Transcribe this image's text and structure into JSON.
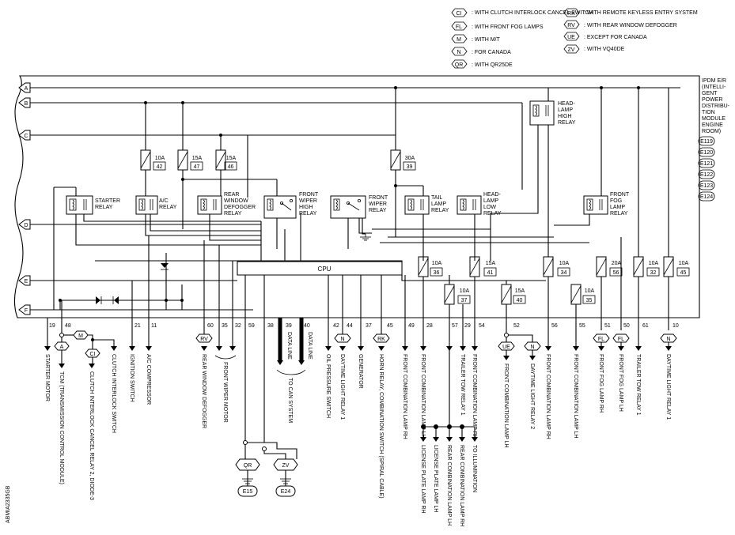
{
  "legend": [
    {
      "code": "CI",
      "text": ": WITH CLUTCH INTERLOCK CANCEL SWITCH"
    },
    {
      "code": "FL",
      "text": ": WITH FRONT FOG LAMPS"
    },
    {
      "code": "M",
      "text": ": WITH M/T"
    },
    {
      "code": "N",
      "text": ": FOR CANADA"
    },
    {
      "code": "QR",
      "text": ": WITH QR25DE"
    },
    {
      "code": "RK",
      "text": ": WITH REMOTE KEYLESS ENTRY SYSTEM"
    },
    {
      "code": "RV",
      "text": ": WITH REAR WINDOW DEFOGGER"
    },
    {
      "code": "UE",
      "text": ": EXCEPT FOR CANADA"
    },
    {
      "code": "ZV",
      "text": ": WITH VQ40DE"
    }
  ],
  "module": {
    "name_lines": [
      "IPDM E/R",
      "(INTELLI-",
      "GENT",
      "POWER",
      "DISTRIBU-",
      "TION",
      "MODULE",
      "ENGINE",
      "ROOM)"
    ],
    "connectors": [
      "E119",
      "E120",
      "E121",
      "E122",
      "E123",
      "E124"
    ]
  },
  "bus_labels": [
    "A",
    "B",
    "C",
    "D",
    "E",
    "F"
  ],
  "cpu_label": "CPU",
  "fuses": [
    {
      "amp": "10A",
      "no": "42"
    },
    {
      "amp": "15A",
      "no": "47"
    },
    {
      "amp": "15A",
      "no": "46"
    },
    {
      "amp": "30A",
      "no": "39"
    },
    {
      "amp": "10A",
      "no": "36"
    },
    {
      "amp": "15A",
      "no": "41"
    },
    {
      "amp": "10A",
      "no": "37"
    },
    {
      "amp": "15A",
      "no": "40"
    },
    {
      "amp": "10A",
      "no": "34"
    },
    {
      "amp": "10A",
      "no": "35"
    },
    {
      "amp": "20A",
      "no": "56"
    },
    {
      "amp": "10A",
      "no": "32"
    },
    {
      "amp": "10A",
      "no": "45"
    }
  ],
  "relays": [
    {
      "lines": [
        "STARTER",
        "RELAY"
      ]
    },
    {
      "lines": [
        "A/C",
        "RELAY"
      ]
    },
    {
      "lines": [
        "REAR",
        "WINDOW",
        "DEFOGGER",
        "RELAY"
      ]
    },
    {
      "lines": [
        "FRONT",
        "WIPER",
        "HIGH",
        "RELAY"
      ]
    },
    {
      "lines": [
        "FRONT",
        "WIPER",
        "RELAY"
      ]
    },
    {
      "lines": [
        "TAIL",
        "LAMP",
        "RELAY"
      ]
    },
    {
      "lines": [
        "HEAD-",
        "LAMP",
        "LOW",
        "RELAY"
      ]
    },
    {
      "lines": [
        "HEAD-",
        "LAMP",
        "HIGH",
        "RELAY"
      ]
    },
    {
      "lines": [
        "FRONT",
        "FOG",
        "LAMP",
        "RELAY"
      ]
    }
  ],
  "pins": [
    "19",
    "48",
    "21",
    "11",
    "60",
    "35",
    "32",
    "59",
    "38",
    "39",
    "40",
    "42",
    "44",
    "37",
    "45",
    "49",
    "28",
    "57",
    "29",
    "54",
    "52",
    "56",
    "55",
    "51",
    "50",
    "61",
    "10"
  ],
  "options": [
    "A",
    "M",
    "CI",
    "RV",
    "N",
    "RK",
    "UE",
    "N",
    "FL",
    "FL",
    "N",
    "QR",
    "ZV"
  ],
  "data_line": "DATA LINE",
  "grounds": [
    "E15",
    "E24"
  ],
  "destinations": [
    "STARTER MOTOR",
    "TCM (TRANSMISSION CONTROL MODULE)",
    "CLUTCH INTERLOCK CANCEL RELAY 2, DIODE-3",
    "CLUTCH INTERLOCK SWITCH",
    "IGNITION SWITCH",
    "A/C COMPRESSOR",
    "REAR WINDOW DEFOGGER",
    "FRONT WIPER MOTOR",
    "TO CAN SYSTEM",
    "OIL PRESSURE SWITCH",
    "DAYTIME LIGHT RELAY 1",
    "GENERATOR",
    "HORN RELAY, COMBINATION SWITCH (SPIRAL CABLE)",
    "FRONT COMBINATION LAMP RH",
    "FRONT COMBINATION LAMP LH",
    "TRAILER TOW RELAY 1",
    "FRONT COMBINATION LAMP RH",
    "FRONT COMBINATION LAMP LH",
    "DAYTIME LIGHT RELAY 2",
    "FRONT COMBINATION LAMP RH",
    "FRONT COMBINATION LAMP LH",
    "FRONT FOG LAMP RH",
    "FRONT FOG LAMP LH",
    "TRAILER TOW RELAY 1",
    "DAYTIME LIGHT RELAY 1"
  ],
  "lamp_destinations": [
    "LICENSE PLATE LAMP RH",
    "LICENSE PLATE LAMP LH",
    "REAR COMBINATION LAMP LH",
    "REAR COMBINATION LAMP RH",
    "TO ILLUMINATION"
  ],
  "figure_id": "ABMIA2335GB"
}
